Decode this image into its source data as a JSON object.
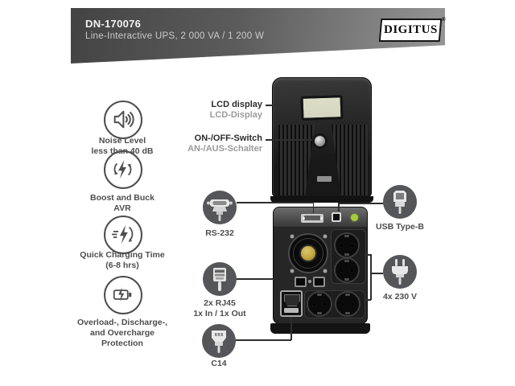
{
  "header": {
    "product_id": "DN-170076",
    "subtitle": "Line-Interactive UPS, 2 000 VA / 1 200 W",
    "brand": "DIGITUS",
    "brand_reg": "®"
  },
  "features": [
    {
      "icon": "speaker-icon",
      "lines": [
        "Noise Level",
        "less than 40 dB"
      ]
    },
    {
      "icon": "avr-bolt-icon",
      "lines": [
        "Boost and Buck",
        "AVR"
      ]
    },
    {
      "icon": "quick-charge-icon",
      "lines": [
        "Quick Charging Time",
        "(6-8 hrs)"
      ]
    },
    {
      "icon": "battery-protection-icon",
      "lines": [
        "Overload-, Discharge-,",
        "and Overcharge",
        "Protection"
      ]
    }
  ],
  "front_callouts": {
    "lcd": {
      "en": "LCD display",
      "de": "LCD-Display"
    },
    "power": {
      "en": "ON-/OFF-Switch",
      "de": "AN-/AUS-Schalter"
    }
  },
  "rear_callouts": {
    "rs232": {
      "icon": "rs232-connector-icon",
      "label": "RS-232"
    },
    "rj45": {
      "icon": "rj45-plug-icon",
      "label": "2x RJ45",
      "sub": "1x In / 1x Out"
    },
    "c14": {
      "icon": "c14-plug-icon",
      "label": "C14"
    },
    "usb": {
      "icon": "usb-type-b-icon",
      "label": "USB Type-B"
    },
    "sockets": {
      "icon": "power-plug-icon",
      "label": "4x 230 V"
    }
  },
  "colors": {
    "accent-text": "#4d4d4f",
    "secondary-text": "#9b9b9b",
    "header-dark": "#434343",
    "header-light": "#969696",
    "badge-bg": "#55565a",
    "led-green": "#a6cb3d",
    "fan-gold": "#c3a53e",
    "lcd-green": "#d3d5bf"
  }
}
